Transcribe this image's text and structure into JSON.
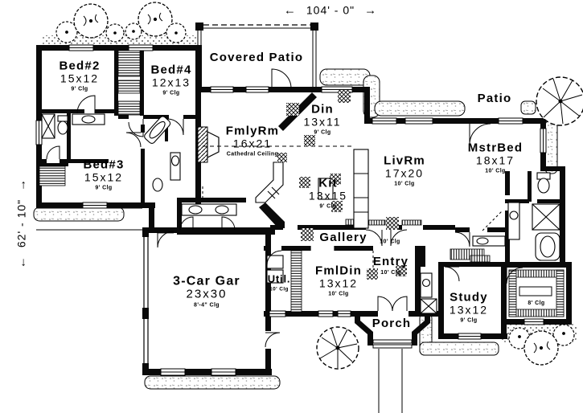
{
  "drawing": {
    "type": "house floor plan",
    "colors": {
      "ink": "#000000",
      "paper": "#ffffff",
      "stipple": "#666666"
    }
  },
  "dimensions": {
    "overall_width": "104' - 0\"",
    "overall_depth": "62' - 10\"",
    "arrow_left": "←",
    "arrow_right": "→"
  },
  "rooms": {
    "bed2": {
      "name": "Bed#2",
      "size": "15x12",
      "ceiling": "9' Clg"
    },
    "bed4": {
      "name": "Bed#4",
      "size": "12x13",
      "ceiling": "9' Clg"
    },
    "bed3": {
      "name": "Bed#3",
      "size": "15x12",
      "ceiling": "9' Clg"
    },
    "covered_patio": {
      "name": "Covered Patio"
    },
    "fmlyrm": {
      "name": "FmlyRm",
      "size": "16x21",
      "ceiling": "Cathedral Ceiling"
    },
    "din": {
      "name": "Din",
      "size": "13x11",
      "ceiling": "9' Clg"
    },
    "kit": {
      "name": "Kit",
      "size": "13x15",
      "ceiling": "9' Clg"
    },
    "livrm": {
      "name": "LivRm",
      "size": "17x20",
      "ceiling": "10' Clg"
    },
    "mstrbed": {
      "name": "MstrBed",
      "size": "18x17",
      "ceiling": "10' Clg"
    },
    "patio": {
      "name": "Patio"
    },
    "gallery": {
      "name": "Gallery",
      "ceiling": "10' Clg"
    },
    "entry": {
      "name": "Entry",
      "ceiling": "10' Clg"
    },
    "fmldin": {
      "name": "FmlDin",
      "size": "13x12",
      "ceiling": "10' Clg"
    },
    "util": {
      "name": "Util.",
      "ceiling": "10' Clg"
    },
    "garage": {
      "name": "3-Car Gar",
      "size": "23x30",
      "ceiling": "8'-4\" Clg"
    },
    "study": {
      "name": "Study",
      "size": "13x12",
      "ceiling": "9' Clg"
    },
    "porch": {
      "name": "Porch"
    },
    "back_patio": {
      "ceiling": "8' Clg"
    }
  }
}
